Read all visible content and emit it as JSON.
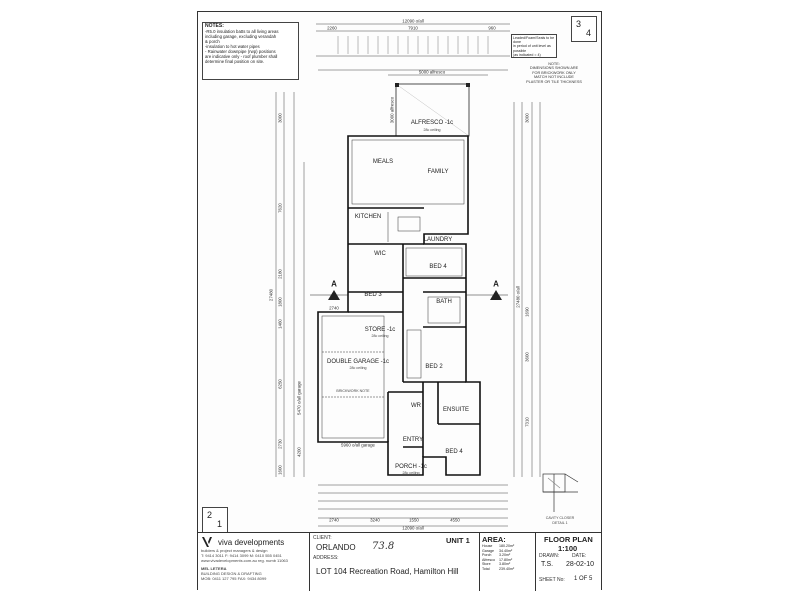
{
  "notes": {
    "title": "NOTES:",
    "lines": [
      "-R5.0 insulation batts to all living areas",
      "including garage, excluding verandah",
      "& porch",
      "-insulation to hot water pipes",
      "- Rainwater downpipe (rwp) positions",
      "are indicative only - roof plumber shall",
      "determine final position on site."
    ]
  },
  "sheet_numbers": {
    "top_a": "3",
    "top_b": "4",
    "bottom_a": "2",
    "bottom_b": "1"
  },
  "side_note": [
    "Leaded/Foam/Seals to be done",
    "in period of unit level as possible",
    "(as indicated = 4)"
  ],
  "wall_note": [
    "NOTE:",
    "DIMENSIONS SHOWN ARE",
    "FOR BRICKWORK ONLY",
    "MATCH NOT INCLUDE",
    "PLASTER OR TILE THICKNESS"
  ],
  "rooms": {
    "alfresco": "ALFRESCO -1c",
    "alfresco_sub": "28c ceiling",
    "meals": "MEALS",
    "family": "FAMILY",
    "kitchen": "KITCHEN",
    "laundry": "LAUNDRY",
    "wic": "WIC",
    "bed4_top": "BED 4",
    "bed3": "BED 3",
    "bath": "BATH",
    "store": "STORE -1c",
    "store_sub": "28c ceiling",
    "double_garage": "DOUBLE GARAGE -1c",
    "garage_sub": "28c ceiling",
    "bed2": "BED 2",
    "wr": "WR",
    "ensuite": "ENSUITE",
    "entry": "ENTRY",
    "porch": "PORCH -1c",
    "porch_sub": "28c ceiling",
    "bed4_bottom": "BED 4",
    "brick_note": "BRICKWORK NOTE"
  },
  "dims": {
    "overall_top": "12090 o/all",
    "top_a": "2260",
    "top_b": "7910",
    "top_c": "960",
    "alfresco_width": "5000 alfresco",
    "alfresco_depth": "3000 alfresco",
    "garage_width": "5960 o/all garage",
    "bottom_a": "2740",
    "bottom_b": "3240",
    "bottom_c": "1550",
    "bottom_d": "4550",
    "overall_bottom": "12090 o/all",
    "left_a": "3000",
    "left_b": "7620",
    "left_c": "2180",
    "left_d": "1800",
    "left_e": "1460",
    "left_f": "6250",
    "left_g": "2730",
    "left_h": "1600",
    "overall_side": "27480",
    "right_overall": "27480 o/all",
    "right_a": "3000",
    "right_b": "1690",
    "right_c": "3600",
    "right_d": "7310",
    "garage_depth": "5470 o/all garage",
    "garage_inner": "4200",
    "dim_2740": "2740"
  },
  "section_marks": {
    "left": "A",
    "right": "A"
  },
  "detail": {
    "label": "CAVITY CLOSER",
    "sub": "DETAIL 1"
  },
  "title_block": {
    "company": "viva developments",
    "company_sub": "builders & project managers & design",
    "company_contact": "T: 9414 3011  F: 9414 3099  M: 0410 555 0451",
    "company_web": "www.vivadevelopments.com.au  reg. numb 11063",
    "designer": "MEL LETERA",
    "designer_sub": "BUILDING DESIGN & DRAFTING",
    "designer_contact": "MOB: 0411 127 795  FAX: 9434 8099",
    "client_label": "CLIENT:",
    "client": "ORLANDO",
    "address_label": "ADDRESS:",
    "address": "LOT 104 Recreation Road,  Hamilton Hill",
    "unit": "UNIT 1",
    "handwritten": "73.8",
    "area_label": "AREA:",
    "area_rows": [
      "House",
      "Garage",
      "Porch",
      "Alfresco",
      "Store",
      "Total"
    ],
    "area_values": [
      "180.20m²",
      "34.40m²",
      "3.20m²",
      "17.80m²",
      "3.80m²",
      "239.40m²"
    ],
    "sheet_title": "FLOOR PLAN",
    "scale": "1:100",
    "drawn_label": "DRAWN:",
    "drawn": "T.S.",
    "date_label": "DATE:",
    "date": "28-02-10",
    "sheet_label": "SHEET No:",
    "sheet": "1 OF 5"
  }
}
